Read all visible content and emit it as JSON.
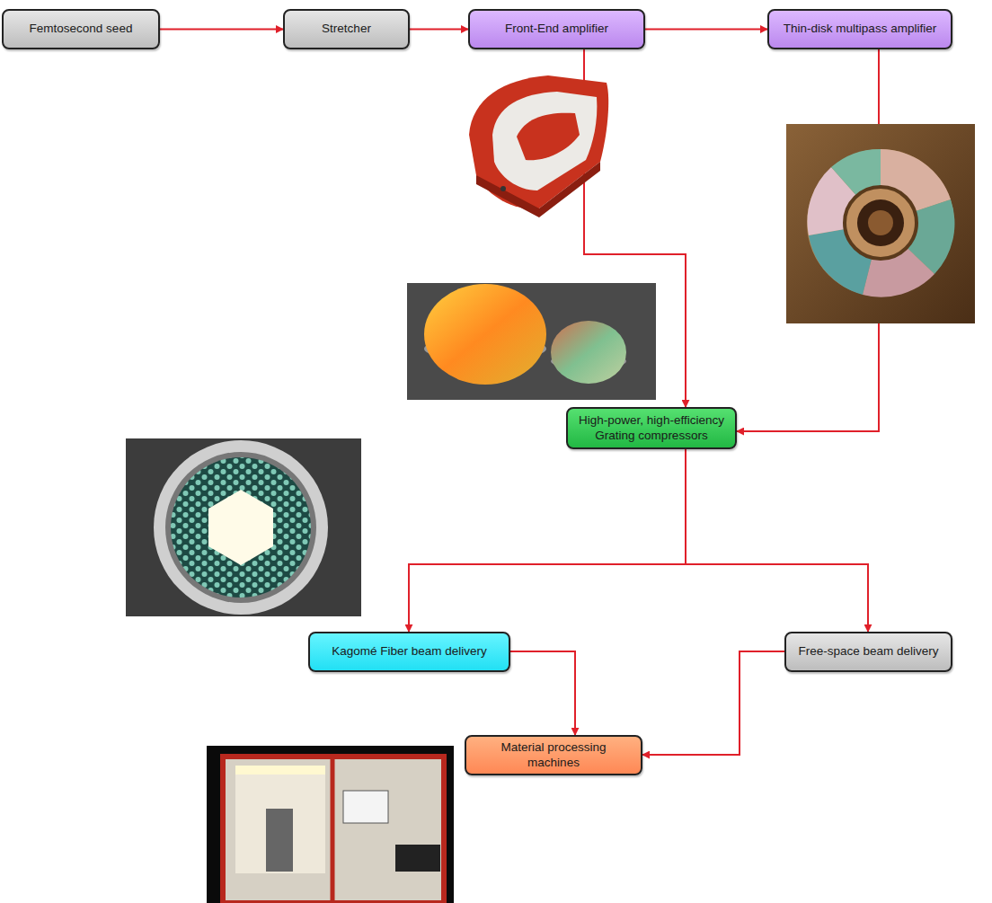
{
  "diagram": {
    "nodes": [
      {
        "text": [
          "Femtosecond seed"
        ]
      },
      {
        "text": [
          "Stretcher"
        ]
      },
      {
        "text": [
          "Front-End amplifier"
        ]
      },
      {
        "text": [
          "Thin-disk multipass amplifier"
        ]
      },
      {
        "text": [
          "High-power, high-efficiency Grating compressors"
        ]
      },
      {
        "text": [
          "Kagomé Fiber beam delivery"
        ]
      },
      {
        "text": [
          "Free-space beam delivery"
        ]
      },
      {
        "text": [
          "Material processing machines"
        ]
      }
    ],
    "edges": [
      {
        "from": 0,
        "to": 1,
        "arrow": "to"
      },
      {
        "from": 1,
        "to": 2,
        "arrow": "to"
      },
      {
        "from": 2,
        "to": 3,
        "arrow": "to"
      },
      {
        "from": 2,
        "to": 4,
        "arrow": "to"
      },
      {
        "from": 3,
        "to": 4,
        "arrow": "to"
      },
      {
        "from": 4,
        "to": 5,
        "arrow": "to"
      },
      {
        "from": 4,
        "to": 6,
        "arrow": "to"
      },
      {
        "from": 5,
        "to": 7,
        "arrow": "to"
      },
      {
        "from": 6,
        "to": 7,
        "arrow": "to"
      }
    ]
  }
}
